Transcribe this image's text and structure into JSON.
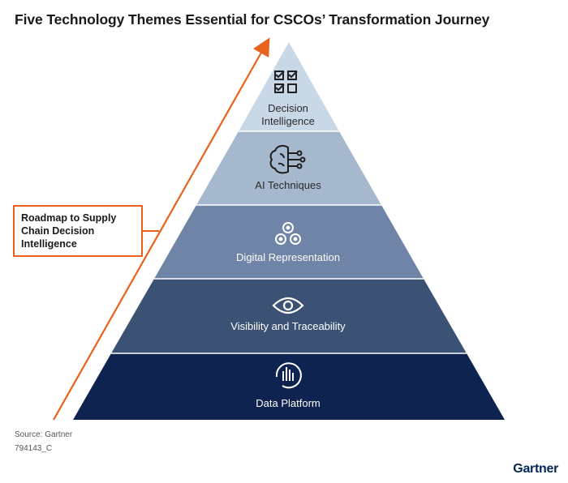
{
  "title": "Five Technology Themes Essential for CSCOs’ Transformation Journey",
  "callout": "Roadmap to Supply\nChain Decision\nIntelligence",
  "tiers": [
    {
      "label": "Decision\nIntelligence",
      "icon": "checklist-icon",
      "fill": "#c8d8e6",
      "text": "#2a2a2a"
    },
    {
      "label": "AI Techniques",
      "icon": "brain-circuit-icon",
      "fill": "#a6b8ce",
      "text": "#2a2a2a"
    },
    {
      "label": "Digital Representation",
      "icon": "network-nodes-icon",
      "fill": "#6f84a6",
      "text": "#ffffff"
    },
    {
      "label": "Visibility and Traceability",
      "icon": "eye-icon",
      "fill": "#3b5275",
      "text": "#ffffff"
    },
    {
      "label": "Data Platform",
      "icon": "data-chart-icon",
      "fill": "#0e2350",
      "text": "#ffffff"
    }
  ],
  "accent_color": "#e8621c",
  "source": "Source: Gartner",
  "figure_id": "794143_C",
  "logo": "Gartner"
}
